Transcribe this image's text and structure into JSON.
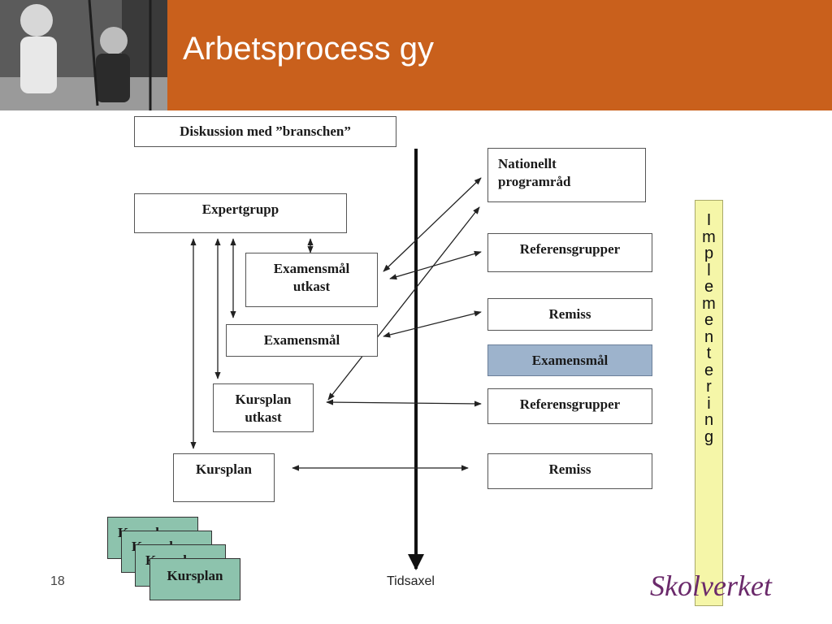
{
  "slide": {
    "title": "Arbetsprocess gy",
    "page_number": "18",
    "time_axis_label": "Tidsaxel",
    "logo_text": "Skolverket"
  },
  "colors": {
    "header": "#c9601c",
    "highlight_box": "#9db3cc",
    "kursplaner_box": "#8dc3ad",
    "implementering_box": "#f5f6a8",
    "logo": "#6b2a6b"
  },
  "left_boxes": {
    "diskussion": "Diskussion med ”branschen”",
    "expertgrupp": "Expertgrupp",
    "examensmal_utkast_1": "Examensmål",
    "examensmal_utkast_2": "utkast",
    "examensmal": "Examensmål",
    "kursplan_utkast_1": "Kursplan",
    "kursplan_utkast_2": "utkast",
    "kursplan": "Kursplan"
  },
  "right_boxes": {
    "nationellt_1": "Nationellt",
    "nationellt_2": "programråd",
    "referensgrupper_1": "Referensgrupper",
    "remiss_1": "Remiss",
    "examensmal": "Examensmål",
    "referensgrupper_2": "Referensgrupper",
    "remiss_2": "Remiss"
  },
  "stack": {
    "label_1": "Kursplane",
    "label_2": "Kursplane",
    "label_3": "Kursplane",
    "label_4": "Kursplan"
  },
  "side_label": {
    "letters": [
      "I",
      "m",
      "p",
      "l",
      "e",
      "m",
      "e",
      "n",
      "t",
      "e",
      "r",
      "i",
      "n",
      "g"
    ]
  }
}
